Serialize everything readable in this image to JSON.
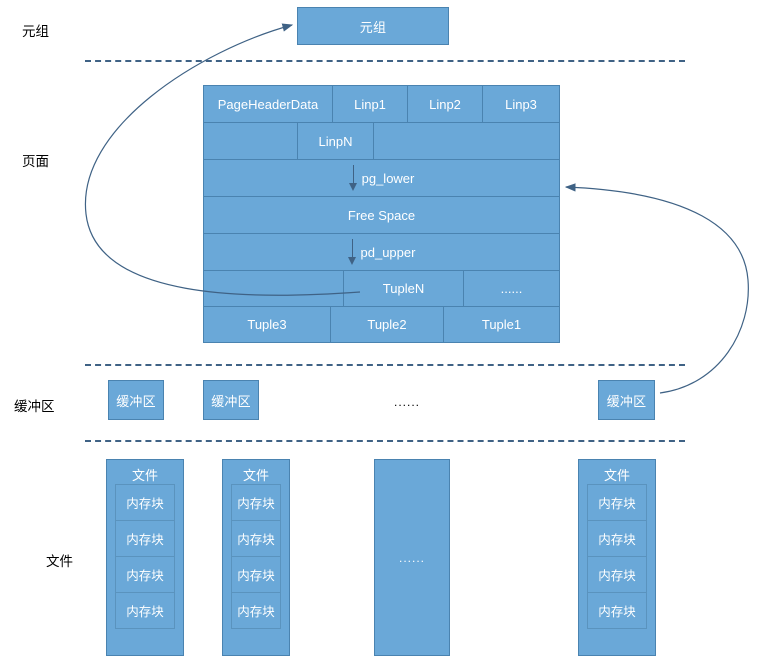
{
  "diagram": {
    "title": "PostgreSQL storage hierarchy",
    "colors": {
      "box_fill": "#6aa8d8",
      "box_border": "#4a83b0",
      "line": "#3f6285",
      "text_on_box": "#ffffff",
      "label_text": "#000000"
    }
  },
  "axis_labels": [
    {
      "id": "tuple",
      "label": "元组"
    },
    {
      "id": "page",
      "label": "页面"
    },
    {
      "id": "buffer",
      "label": "缓冲区"
    },
    {
      "id": "file",
      "label": "文件"
    }
  ],
  "tuple_section": {
    "box_label": "元组"
  },
  "page_section": {
    "rows": [
      {
        "id": "row-linp-header",
        "cells": [
          {
            "label": "PageHeaderData"
          },
          {
            "label": "Linp1"
          },
          {
            "label": "Linp2"
          },
          {
            "label": "Linp3"
          }
        ]
      },
      {
        "id": "row-linpn",
        "cells": [
          {
            "label": ""
          },
          {
            "label": "LinpN"
          },
          {
            "label": ""
          }
        ]
      },
      {
        "id": "row-pg-lower",
        "cells": [
          {
            "label": "pg_lower",
            "icon": "down-arrow-icon"
          }
        ]
      },
      {
        "id": "row-free-space",
        "cells": [
          {
            "label": "Free Space"
          }
        ]
      },
      {
        "id": "row-pd-upper",
        "cells": [
          {
            "label": "pd_upper",
            "icon": "down-arrow-icon"
          }
        ]
      },
      {
        "id": "row-tuplen",
        "cells": [
          {
            "label": ""
          },
          {
            "label": "TupleN"
          },
          {
            "label": "......"
          }
        ]
      },
      {
        "id": "row-tuples",
        "cells": [
          {
            "label": "Tuple3"
          },
          {
            "label": "Tuple2"
          },
          {
            "label": "Tuple1"
          }
        ]
      }
    ]
  },
  "buffer_section": {
    "items": [
      {
        "label": "缓冲区"
      },
      {
        "label": "缓冲区"
      },
      {
        "label": "缓冲区"
      }
    ],
    "ellipsis": "......"
  },
  "file_section": {
    "columns": [
      {
        "id": "file-col-1",
        "title": "文件",
        "blocks": [
          "内存块",
          "内存块",
          "内存块",
          "内存块"
        ]
      },
      {
        "id": "file-col-2",
        "title": "文件",
        "blocks": [
          "内存块",
          "内存块",
          "内存块",
          "内存块"
        ]
      },
      {
        "id": "file-col-ellipsis",
        "title": "",
        "ellipsis": "......",
        "blocks": []
      },
      {
        "id": "file-col-4",
        "title": "文件",
        "blocks": [
          "内存块",
          "内存块",
          "内存块",
          "内存块"
        ]
      }
    ]
  },
  "connectors": [
    {
      "id": "tuplen-to-tuple-box",
      "from": "row-tuplen",
      "to": "tuple-box"
    },
    {
      "id": "buffer-to-page",
      "from": "buffer-item-3",
      "to": "row-pg-lower"
    }
  ]
}
